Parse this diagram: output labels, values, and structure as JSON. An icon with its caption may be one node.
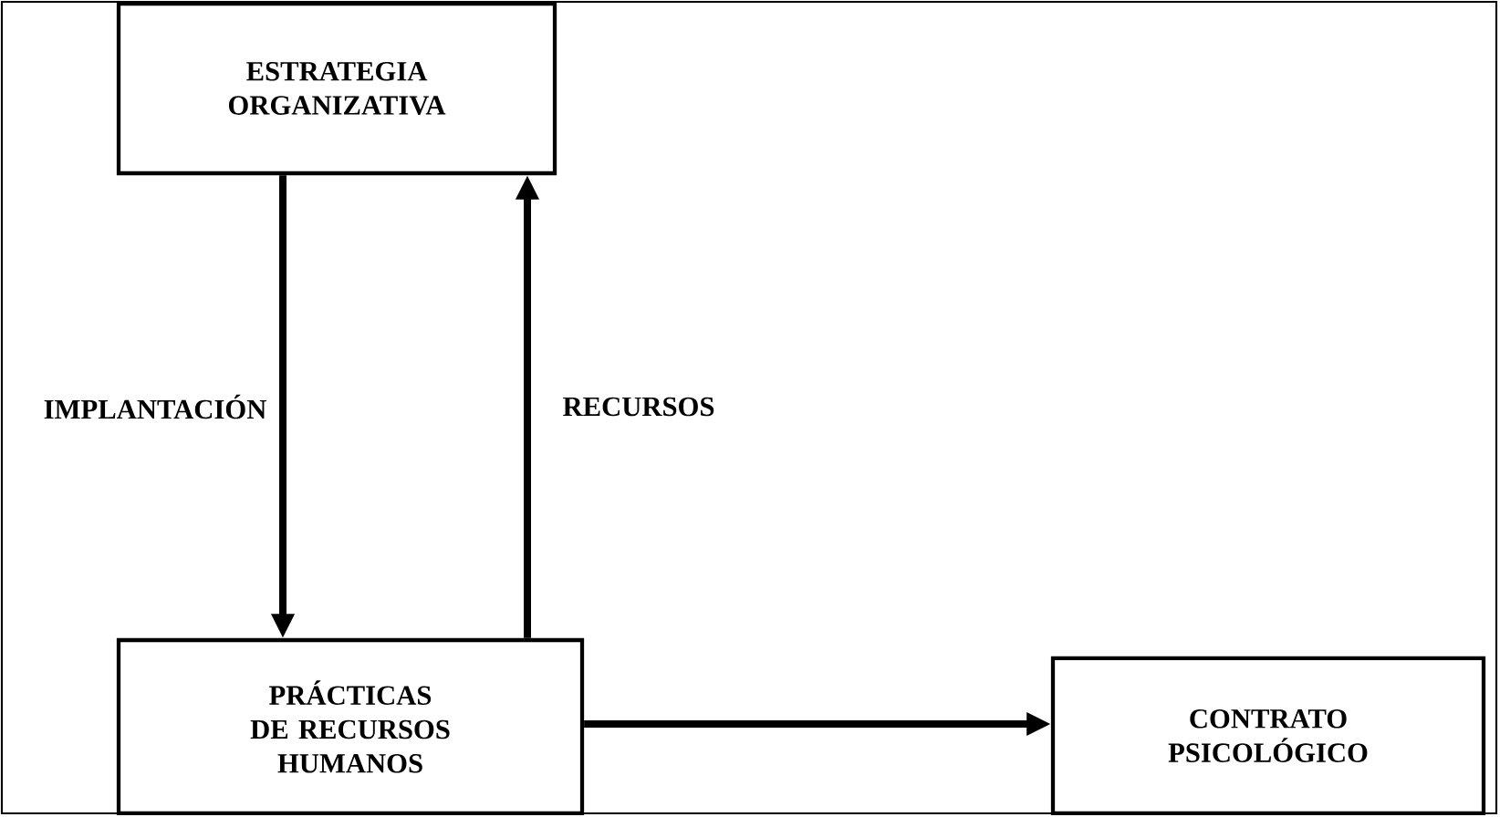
{
  "diagram": {
    "nodes": [
      {
        "text": [
          "ESTRATEGIA ORGANIZATIVA"
        ]
      },
      {
        "text": [
          "PRÁCTICAS DE RECURSOS HUMANOS"
        ]
      },
      {
        "text": [
          "CONTRATO PSICOLÓGICO"
        ]
      }
    ],
    "edges": [
      {
        "from": 0,
        "to": 1,
        "arrow": "to",
        "label": "IMPLANTACIÓN"
      },
      {
        "from": 1,
        "to": 0,
        "arrow": "to",
        "label": "RECURSOS"
      },
      {
        "from": 1,
        "to": 2,
        "arrow": "to"
      }
    ]
  }
}
